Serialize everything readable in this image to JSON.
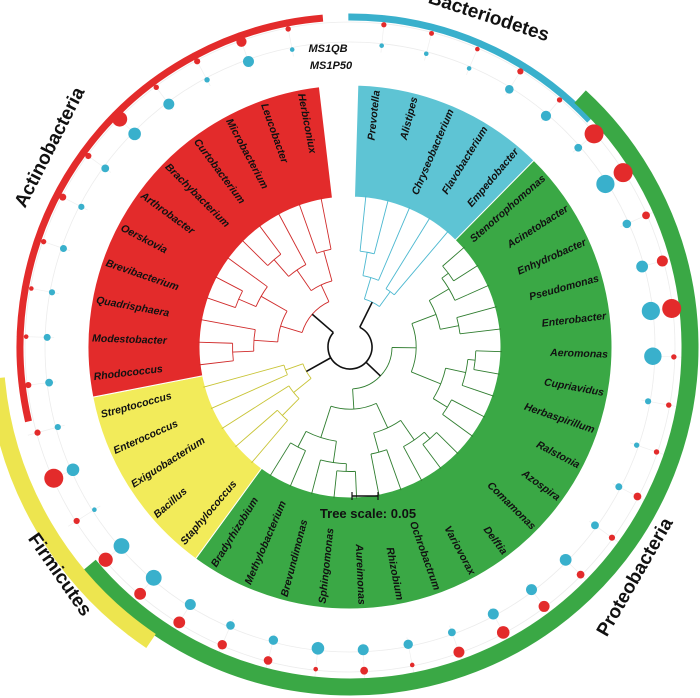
{
  "tracks": [
    "MS1QB",
    "MS1P50"
  ],
  "tree_scale_label": "Tree scale: 0.05",
  "colors": {
    "Actinobacteria": "#e32b2b",
    "Bacteriodetes": "#39b0cc",
    "Proteobacteria": "#3aa845",
    "Firmicutes": "#ede54f",
    "Actinobacteria_fill": "#e32b2b",
    "Bacteriodetes_fill": "#5ec4d4",
    "Proteobacteria_fill": "#3aa845",
    "Firmicutes_fill": "#f2eb5a",
    "bubble_red": "#e32b2b",
    "bubble_blue": "#39b0cc"
  },
  "phyla": [
    {
      "name": "Bacteriodetes",
      "key": "Bacteriodetes"
    },
    {
      "name": "Proteobacteria",
      "key": "Proteobacteria"
    },
    {
      "name": "Firmicutes",
      "key": "Firmicutes"
    },
    {
      "name": "Actinobacteria",
      "key": "Actinobacteria"
    }
  ],
  "taxa": [
    {
      "name": "Prevotella",
      "phylum": "Bacteriodetes",
      "qb": 0.14,
      "p50": 0.1
    },
    {
      "name": "Alistipes",
      "phylum": "Bacteriodetes",
      "qb": 0.12,
      "p50": 0.1
    },
    {
      "name": "Chryseobacterium",
      "phylum": "Bacteriodetes",
      "qb": 0.1,
      "p50": 0.1
    },
    {
      "name": "Flavobacterium",
      "phylum": "Bacteriodetes",
      "qb": 0.2,
      "p50": 0.35
    },
    {
      "name": "Empedobacter",
      "phylum": "Bacteriodetes",
      "qb": 0.15,
      "p50": 0.45
    },
    {
      "name": "Stenotrophomonas",
      "phylum": "Proteobacteria",
      "qb": 1.0,
      "p50": 0.3
    },
    {
      "name": "Acinetobacter",
      "phylum": "Proteobacteria",
      "qb": 1.0,
      "p50": 0.95
    },
    {
      "name": "Enhydrobacter",
      "phylum": "Proteobacteria",
      "qb": 0.3,
      "p50": 0.35
    },
    {
      "name": "Pseudomonas",
      "phylum": "Proteobacteria",
      "qb": 0.5,
      "p50": 0.55
    },
    {
      "name": "Enterobacter",
      "phylum": "Proteobacteria",
      "qb": 1.0,
      "p50": 0.95
    },
    {
      "name": "Aeromonas",
      "phylum": "Proteobacteria",
      "qb": 0.15,
      "p50": 0.9
    },
    {
      "name": "Cupriavidus",
      "phylum": "Proteobacteria",
      "qb": 0.15,
      "p50": 0.2
    },
    {
      "name": "Herbaspirillum",
      "phylum": "Proteobacteria",
      "qb": 0.15,
      "p50": 0.15
    },
    {
      "name": "Ralstonia",
      "phylum": "Proteobacteria",
      "qb": 0.3,
      "p50": 0.25
    },
    {
      "name": "Azospira",
      "phylum": "Proteobacteria",
      "qb": 0.2,
      "p50": 0.3
    },
    {
      "name": "Comamonas",
      "phylum": "Proteobacteria",
      "qb": 0.3,
      "p50": 0.55
    },
    {
      "name": "Delftia",
      "phylum": "Proteobacteria",
      "qb": 0.5,
      "p50": 0.5
    },
    {
      "name": "Variovorax",
      "phylum": "Proteobacteria",
      "qb": 0.6,
      "p50": 0.5
    },
    {
      "name": "Ochrobactrum",
      "phylum": "Proteobacteria",
      "qb": 0.5,
      "p50": 0.3
    },
    {
      "name": "Rhizobium",
      "phylum": "Proteobacteria",
      "qb": 0.1,
      "p50": 0.4
    },
    {
      "name": "Aureimonas",
      "phylum": "Proteobacteria",
      "qb": 0.3,
      "p50": 0.5
    },
    {
      "name": "Sphingomonas",
      "phylum": "Proteobacteria",
      "qb": 0.1,
      "p50": 0.6
    },
    {
      "name": "Brevundimonas",
      "phylum": "Proteobacteria",
      "qb": 0.35,
      "p50": 0.4
    },
    {
      "name": "Methylobacterium",
      "phylum": "Proteobacteria",
      "qb": 0.4,
      "p50": 0.35
    },
    {
      "name": "Bradyrhizobium",
      "phylum": "Proteobacteria",
      "qb": 0.55,
      "p50": 0.5
    },
    {
      "name": "Staphylococcus",
      "phylum": "Firmicutes",
      "qb": 0.55,
      "p50": 0.8
    },
    {
      "name": "Bacillus",
      "phylum": "Firmicutes",
      "qb": 0.7,
      "p50": 0.8
    },
    {
      "name": "Exiguobacterium",
      "phylum": "Firmicutes",
      "qb": 0.2,
      "p50": 0.1
    },
    {
      "name": "Enterococcus",
      "phylum": "Firmicutes",
      "qb": 1.0,
      "p50": 0.6
    },
    {
      "name": "Streptococcus",
      "phylum": "Firmicutes",
      "qb": 0.2,
      "p50": 0.2
    },
    {
      "name": "Rhodococcus",
      "phylum": "Actinobacteria",
      "qb": 0.2,
      "p50": 0.3
    },
    {
      "name": "Modestobacter",
      "phylum": "Actinobacteria",
      "qb": 0.1,
      "p50": 0.25
    },
    {
      "name": "Quadrisphaera",
      "phylum": "Actinobacteria",
      "qb": 0.1,
      "p50": 0.2
    },
    {
      "name": "Brevibacterium",
      "phylum": "Actinobacteria",
      "qb": 0.15,
      "p50": 0.25
    },
    {
      "name": "Oerskovia",
      "phylum": "Actinobacteria",
      "qb": 0.25,
      "p50": 0.2
    },
    {
      "name": "Arthrobacter",
      "phylum": "Actinobacteria",
      "qb": 0.2,
      "p50": 0.3
    },
    {
      "name": "Brachybacterium",
      "phylum": "Actinobacteria",
      "qb": 0.75,
      "p50": 0.6
    },
    {
      "name": "Curtobacterium",
      "phylum": "Actinobacteria",
      "qb": 0.15,
      "p50": 0.5
    },
    {
      "name": "Microbacterium",
      "phylum": "Actinobacteria",
      "qb": 0.2,
      "p50": 0.15
    },
    {
      "name": "Leucobacter",
      "phylum": "Actinobacteria",
      "qb": 0.45,
      "p50": 0.5
    },
    {
      "name": "Herbiconiux",
      "phylum": "Actinobacteria",
      "qb": 0.15,
      "p50": 0.1
    }
  ]
}
